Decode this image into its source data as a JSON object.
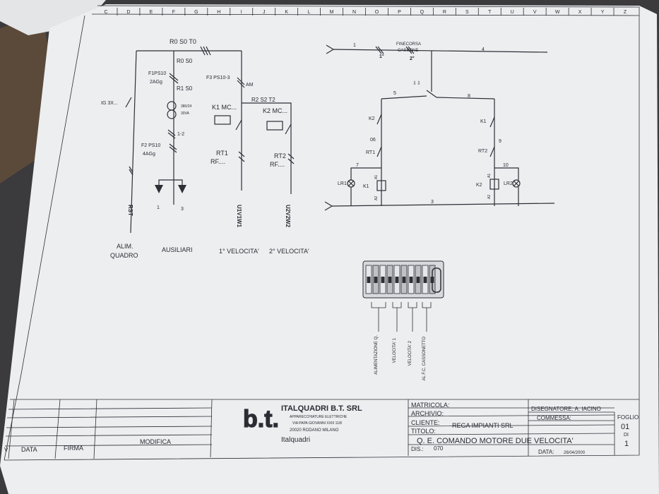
{
  "grid_letters": [
    "C",
    "D",
    "E",
    "F",
    "G",
    "H",
    "I",
    "J",
    "K",
    "L",
    "M",
    "N",
    "O",
    "P",
    "Q",
    "R",
    "S",
    "T",
    "U",
    "V",
    "W",
    "X",
    "Y",
    "Z"
  ],
  "power": {
    "bus_top": "R0 S0 T0",
    "aux_bus": "R0 S0",
    "f1": "F1PS10",
    "f1_rating": "2AGg",
    "r1": "R1 S0",
    "transformer_v": "380/24",
    "transformer_va": "30VA",
    "tap": "1-2",
    "f2": "F2 PS10",
    "f2_rating": "4AGg",
    "aux_out1": "1",
    "aux_out2": "3",
    "main_switch": "IG 3X...",
    "main_out": "RST",
    "f3": "F3 PS10-3",
    "f3_am": "AM",
    "r2": "R2 S2 T2",
    "k1": "K1 MC...",
    "k2": "K2 MC...",
    "rt1": "RT1",
    "rt2": "RT2",
    "rf1": "RF....",
    "rf2": "RF....",
    "out1": "U1V1W1",
    "out2": "U2V2W2"
  },
  "sections": {
    "alim": "ALIM.",
    "quadro": "QUADRO",
    "ausiliari": "AUSILIARI",
    "vel1": "1° VELOCITA'",
    "vel2": "2° VELOCITA'"
  },
  "control": {
    "w1": "1",
    "w4": "4",
    "w5": "5",
    "w8": "8",
    "w6": "06",
    "w7": "7",
    "w9": "9",
    "w10": "10",
    "w3": "3",
    "s1": "1°",
    "s2": "2°",
    "finecorsa": "FINECORSA",
    "cassone": "CASSONE",
    "k2_left": "K2",
    "rt1": "RT1",
    "lr1": "LR1",
    "k1_coil": "K1",
    "a1": "A1",
    "a2": "A2",
    "k1_right": "K1",
    "rt2": "RT2",
    "k2_coil": "K2",
    "lr2": "LR2"
  },
  "terminals": {
    "labels": [
      "ALIMENTAZIONE Q.",
      "VELOCITA' 1",
      "VELOCITA' 2",
      "AL F.C. CASSONETTO"
    ]
  },
  "title_block": {
    "data": "DATA",
    "firma": "FIRMA",
    "modifica": "MODIFICA",
    "v": "V",
    "company": "ITALQUADRI B.T. SRL",
    "sub1": "APPARECCHIATURE ELETTRICHE",
    "sub2": "VIA PAPA GIOVANNI XXIII 11/8",
    "sub3": "20020 RODANO MILANO",
    "logo": "b.t.",
    "brand": "Italquadri",
    "matricola": "MATRICOLA:",
    "archivio": "ARCHIVIO:",
    "cliente_label": "CLIENTE:",
    "cliente": "REGA IMPIANTI SRL",
    "titolo_label": "TITOLO:",
    "titolo": "Q. E. COMANDO MOTORE DUE VELOCITA'",
    "dis_label": "DIS.:",
    "dis": "070",
    "disegnatore": "DISEGNATORE: A. IACINO",
    "commessa": "COMMESSA:",
    "data_label": "DATA:",
    "date": "26/04/2000",
    "foglio": "FOGLIO",
    "foglio_num": "01",
    "di": "DI",
    "di_num": "1"
  }
}
